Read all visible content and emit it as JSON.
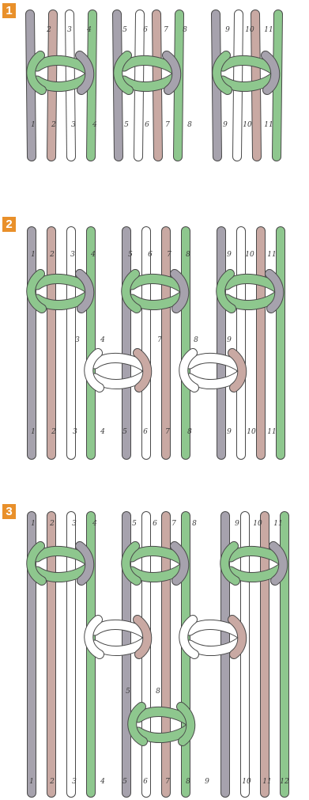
{
  "colors": {
    "badge": "#e9902a",
    "outline": "#4a4a4a",
    "grey": "#a6a2ad",
    "pink": "#c9a9a3",
    "green": "#8ec78e",
    "white": "#ffffff"
  },
  "steps": [
    {
      "number": "1",
      "labels_top": [
        "2",
        "3",
        "4",
        "5",
        "6",
        "7",
        "8",
        "9",
        "10",
        "11"
      ],
      "labels_bottom": [
        "1",
        "2",
        "3",
        "4",
        "5",
        "6",
        "7",
        "8",
        "9",
        "10",
        "11"
      ]
    },
    {
      "number": "2",
      "labels_top": [
        "1",
        "2",
        "3",
        "4",
        "5",
        "6",
        "7",
        "8",
        "9",
        "10",
        "11"
      ],
      "labels_mid": [
        "3",
        "4",
        "7",
        "8",
        "9"
      ],
      "labels_bottom": [
        "1",
        "2",
        "3",
        "4",
        "5",
        "6",
        "7",
        "8",
        "9",
        "10",
        "11"
      ]
    },
    {
      "number": "3",
      "labels_top": [
        "1",
        "2",
        "3",
        "4",
        "5",
        "6",
        "7",
        "8",
        "9",
        "10",
        "11"
      ],
      "labels_mid": [
        "5",
        "8"
      ],
      "labels_bottom": [
        "1",
        "2",
        "3",
        "4",
        "5",
        "6",
        "7",
        "8",
        "9",
        "10",
        "11",
        "12"
      ]
    }
  ]
}
